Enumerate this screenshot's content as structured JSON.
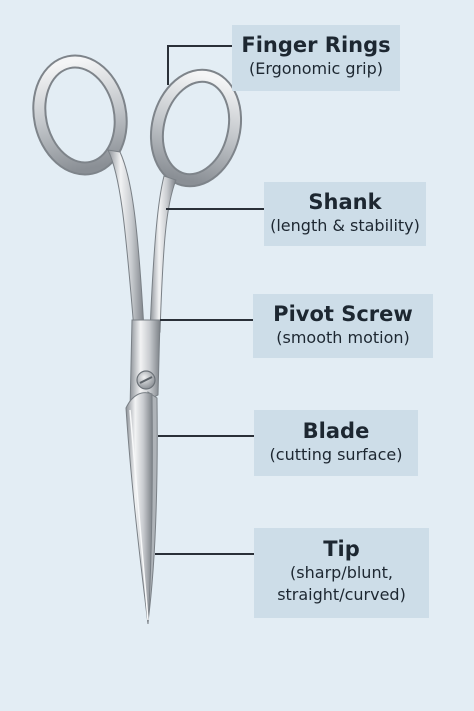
{
  "colors": {
    "background": "#e3edf4",
    "label_box": "#cddde8",
    "leader_line": "#2a3038",
    "steel_light": "#f2f3f4",
    "steel_dark": "#8d9298"
  },
  "parts": [
    {
      "id": "finger-rings",
      "name": "Finger Rings",
      "desc": [
        "(Ergonomic grip)"
      ]
    },
    {
      "id": "shank",
      "name": "Shank",
      "desc": [
        "(length & stability)"
      ]
    },
    {
      "id": "pivot-screw",
      "name": "Pivot Screw",
      "desc": [
        "(smooth motion)"
      ]
    },
    {
      "id": "blade",
      "name": "Blade",
      "desc": [
        "(cutting surface)"
      ]
    },
    {
      "id": "tip",
      "name": "Tip",
      "desc": [
        "(sharp/blunt,",
        "straight/curved)"
      ]
    }
  ]
}
